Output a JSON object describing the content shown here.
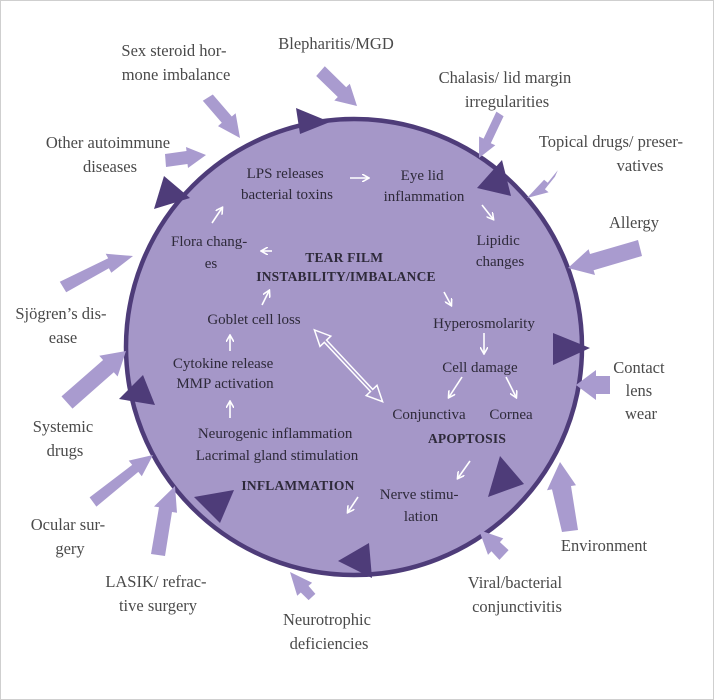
{
  "colors": {
    "circle_fill": "#a597c8",
    "circle_stroke": "#4e3c79",
    "arrow_purple": "#a99bcf",
    "cycle_arrowhead": "#4e3c79",
    "inner_arrow": "#ffffff"
  },
  "outer_factors": {
    "blepharitis": [
      "Blepharitis/MGD"
    ],
    "sex_steroid": [
      "Sex steroid hor-",
      "mone imbalance"
    ],
    "chalasis": [
      "Chalasis/ lid margin",
      "irregularities"
    ],
    "other_autoimmune": [
      "Other autoimmune",
      "diseases"
    ],
    "topical_drugs": [
      "Topical drugs/ preser-",
      "vatives"
    ],
    "allergy": [
      "Allergy"
    ],
    "sjogrens": [
      "Sjögren’s dis-",
      "ease"
    ],
    "contact_lens": [
      "Contact",
      "lens",
      "wear"
    ],
    "systemic_drugs": [
      "Systemic",
      "drugs"
    ],
    "ocular_surgery": [
      "Ocular sur-",
      "gery"
    ],
    "environment": [
      "Environment"
    ],
    "lasik": [
      "LASIK/ refrac-",
      "tive surgery"
    ],
    "viral": [
      "Viral/bacterial",
      "conjunctivitis"
    ],
    "neurotrophic": [
      "Neurotrophic",
      "deficiencies"
    ]
  },
  "inner_steps": {
    "lps": [
      "LPS releases",
      "bacterial toxins"
    ],
    "eyelid": [
      "Eye lid",
      "inflammation"
    ],
    "lipidic": [
      "Lipidic",
      "changes"
    ],
    "flora": [
      "Flora chang-",
      "es"
    ],
    "tear_film": [
      "TEAR FILM",
      "INSTABILITY/IMBALANCE"
    ],
    "hyperosmolarity": [
      "Hyperosmolarity"
    ],
    "goblet": [
      "Goblet cell loss"
    ],
    "cell_damage": [
      "Cell damage"
    ],
    "cytokine": [
      "Cytokine release",
      "MMP activation"
    ],
    "conjunctiva": [
      "Conjunctiva"
    ],
    "cornea": [
      "Cornea"
    ],
    "apoptosis": [
      "APOPTOSIS"
    ],
    "neurogenic": [
      "Neurogenic inflammation",
      "Lacrimal gland stimulation"
    ],
    "inflammation": [
      "INFLAMMATION"
    ],
    "nerve": [
      "Nerve stimu-",
      "lation"
    ]
  }
}
